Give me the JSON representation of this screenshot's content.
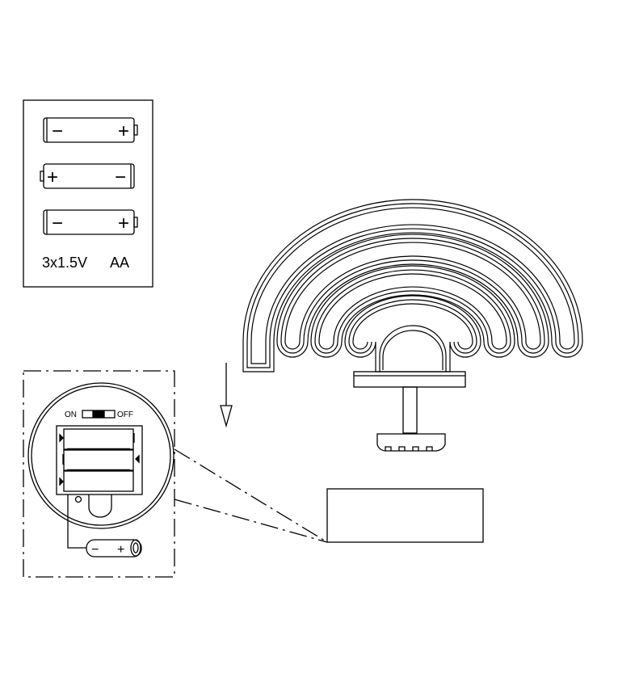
{
  "battery_panel": {
    "spec_label": "3x1.5V",
    "type_label": "AA",
    "cells": [
      {
        "left": "−",
        "right": "+"
      },
      {
        "left": "+",
        "right": "−"
      },
      {
        "left": "−",
        "right": "+"
      }
    ]
  },
  "detail_view": {
    "switch_on_label": "ON",
    "switch_off_label": "OFF",
    "loose_battery": {
      "left": "−",
      "right": "+"
    }
  },
  "colors": {
    "ink": "#000000",
    "paper": "#ffffff"
  }
}
